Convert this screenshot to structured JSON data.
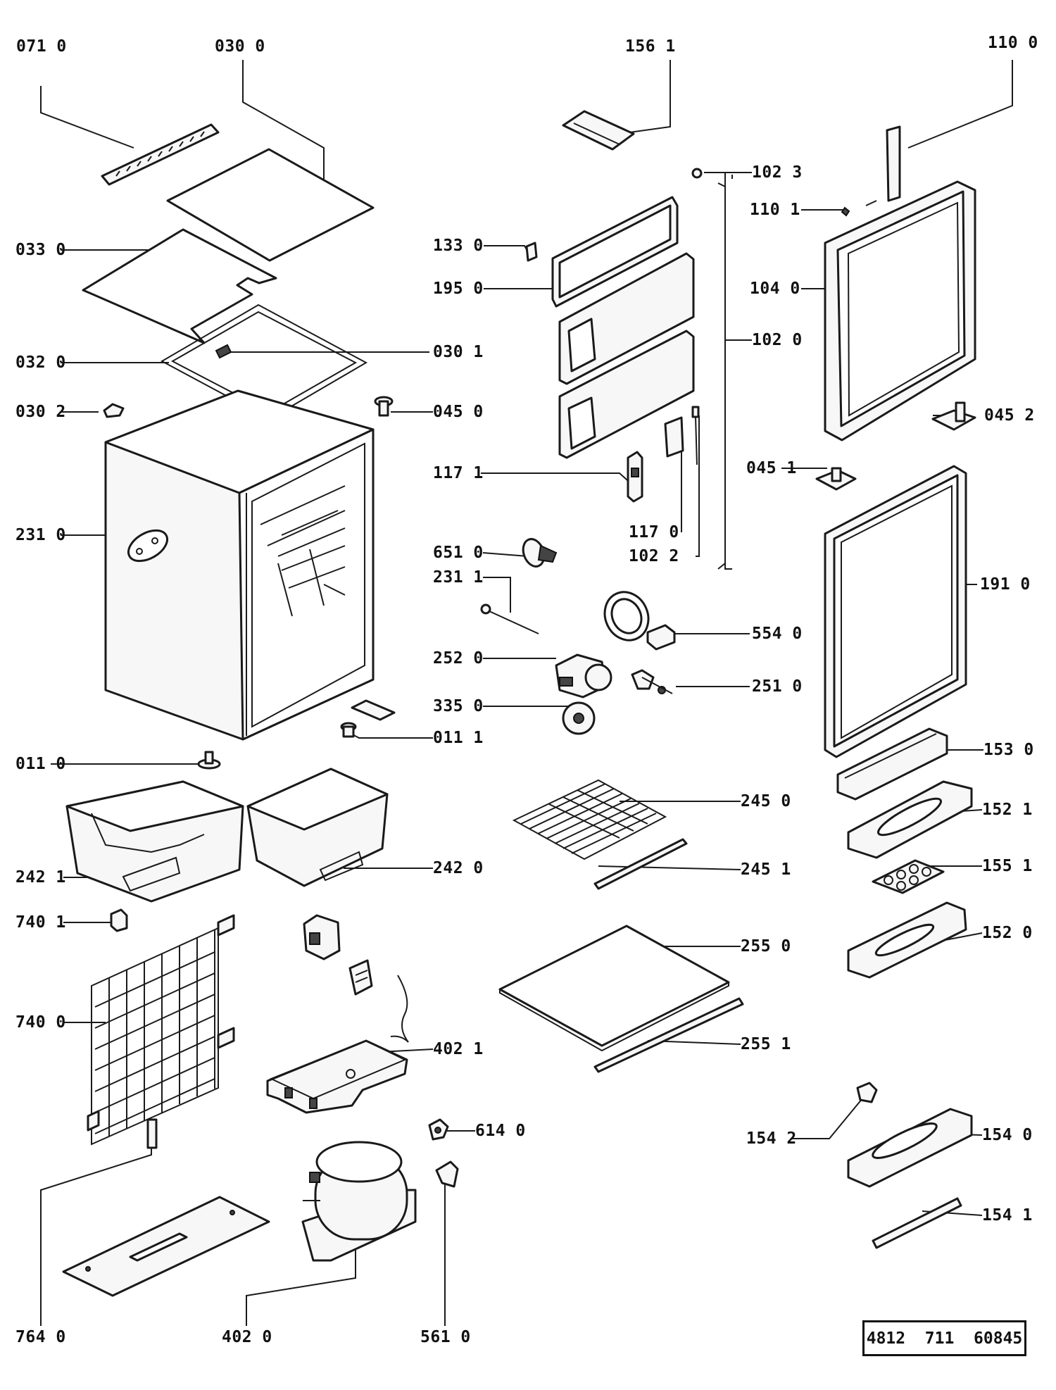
{
  "document_number": "4812  711  60845",
  "labels": [
    {
      "id": "0710",
      "text": "071 0"
    },
    {
      "id": "0300",
      "text": "030  0"
    },
    {
      "id": "1561",
      "text": "156 1"
    },
    {
      "id": "1100",
      "text": "110 0"
    },
    {
      "id": "1023",
      "text": "102 3"
    },
    {
      "id": "1101",
      "text": "110 1"
    },
    {
      "id": "0330",
      "text": "033 0"
    },
    {
      "id": "1330",
      "text": "133 0"
    },
    {
      "id": "1950",
      "text": "195 0"
    },
    {
      "id": "1040",
      "text": "104 0"
    },
    {
      "id": "1020",
      "text": "102 0"
    },
    {
      "id": "0301",
      "text": "030 1"
    },
    {
      "id": "0320",
      "text": "032 0"
    },
    {
      "id": "0302",
      "text": "030 2"
    },
    {
      "id": "0450",
      "text": "045 0"
    },
    {
      "id": "0452",
      "text": "045 2"
    },
    {
      "id": "1171",
      "text": "117 1"
    },
    {
      "id": "0451",
      "text": "045 1"
    },
    {
      "id": "2310",
      "text": "231 0"
    },
    {
      "id": "1170",
      "text": "117 0"
    },
    {
      "id": "1022",
      "text": "102 2"
    },
    {
      "id": "6510",
      "text": "651 0"
    },
    {
      "id": "2311",
      "text": "231 1"
    },
    {
      "id": "1910",
      "text": "191 0"
    },
    {
      "id": "5540",
      "text": "554 0"
    },
    {
      "id": "2520",
      "text": "252 0"
    },
    {
      "id": "2510",
      "text": "251 0"
    },
    {
      "id": "3350",
      "text": "335 0"
    },
    {
      "id": "0111",
      "text": "011 1"
    },
    {
      "id": "0110",
      "text": "011 0"
    },
    {
      "id": "1530",
      "text": "153 0"
    },
    {
      "id": "2450",
      "text": "245 0"
    },
    {
      "id": "1521",
      "text": "152 1"
    },
    {
      "id": "2421",
      "text": "242 1"
    },
    {
      "id": "2420",
      "text": "242 0"
    },
    {
      "id": "2451",
      "text": "245 1"
    },
    {
      "id": "1551",
      "text": "155 1"
    },
    {
      "id": "7401",
      "text": "740 1"
    },
    {
      "id": "1520",
      "text": "152 0"
    },
    {
      "id": "2550",
      "text": "255 0"
    },
    {
      "id": "7400",
      "text": "740 0"
    },
    {
      "id": "4021",
      "text": "402 1"
    },
    {
      "id": "2551",
      "text": "255 1"
    },
    {
      "id": "6140",
      "text": "614 0"
    },
    {
      "id": "1542",
      "text": "154 2"
    },
    {
      "id": "1540",
      "text": "154 0"
    },
    {
      "id": "1541",
      "text": "154 1"
    },
    {
      "id": "7640",
      "text": "764 0"
    },
    {
      "id": "4020",
      "text": "402  0"
    },
    {
      "id": "5610",
      "text": "561 0"
    }
  ]
}
